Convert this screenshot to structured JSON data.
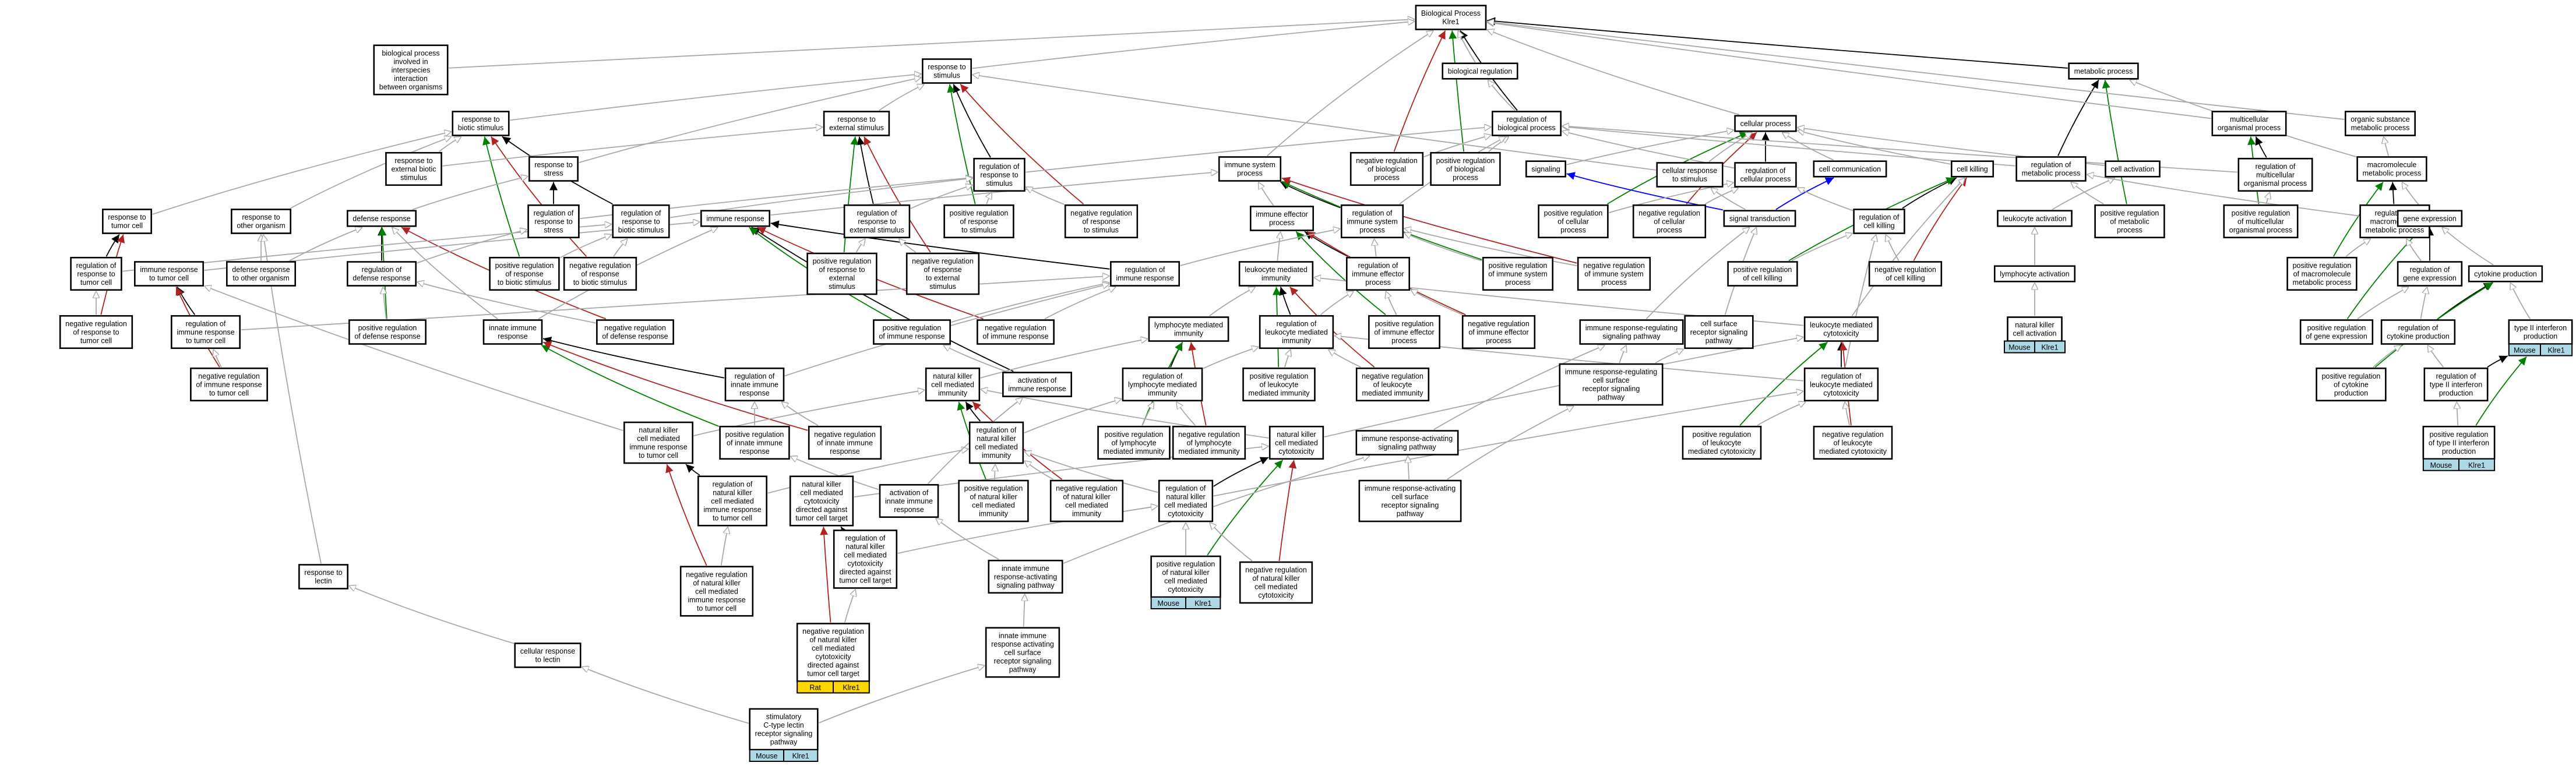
{
  "graph": {
    "nodes": [
      {
        "id": "bp",
        "label": [
          "Biological Process",
          "Klre1"
        ]
      },
      {
        "id": "breg",
        "label": [
          "biological regulation"
        ]
      },
      {
        "id": "mp",
        "label": [
          "metabolic process"
        ]
      },
      {
        "id": "regbp",
        "label": [
          "regulation of",
          "biological process"
        ]
      },
      {
        "id": "cp",
        "label": [
          "cellular process"
        ]
      },
      {
        "id": "mop",
        "label": [
          "multicellular",
          "organismal process"
        ]
      },
      {
        "id": "osmp",
        "label": [
          "organic substance",
          "metabolic process"
        ]
      },
      {
        "id": "bpint",
        "label": [
          "biological process",
          "involved in",
          "interspecies",
          "interaction",
          "between organisms"
        ]
      },
      {
        "id": "rts",
        "label": [
          "response to",
          "stimulus"
        ]
      },
      {
        "id": "rtbs",
        "label": [
          "response to",
          "biotic stimulus"
        ]
      },
      {
        "id": "rtes",
        "label": [
          "response to",
          "external stimulus"
        ]
      },
      {
        "id": "rtebs",
        "label": [
          "response to",
          "external biotic",
          "stimulus"
        ]
      },
      {
        "id": "rtstress",
        "label": [
          "response to",
          "stress"
        ]
      },
      {
        "id": "regrts",
        "label": [
          "regulation of",
          "response to",
          "stimulus"
        ]
      },
      {
        "id": "iss",
        "label": [
          "immune system",
          "process"
        ]
      },
      {
        "id": "nregbp",
        "label": [
          "negative regulation",
          "of biological",
          "process"
        ]
      },
      {
        "id": "pregbp",
        "label": [
          "positive regulation",
          "of biological",
          "process"
        ]
      },
      {
        "id": "signaling",
        "label": [
          "signaling"
        ]
      },
      {
        "id": "crts",
        "label": [
          "cellular response",
          "to stimulus"
        ]
      },
      {
        "id": "regcp",
        "label": [
          "regulation of",
          "cellular process"
        ]
      },
      {
        "id": "cellcomm",
        "label": [
          "cell communication"
        ]
      },
      {
        "id": "cellkill",
        "label": [
          "cell killing"
        ]
      },
      {
        "id": "regmp",
        "label": [
          "regulation of",
          "metabolic process"
        ]
      },
      {
        "id": "cellact",
        "label": [
          "cell activation"
        ]
      },
      {
        "id": "regmop",
        "label": [
          "regulation of",
          "multicellular",
          "organismal process"
        ]
      },
      {
        "id": "mmp",
        "label": [
          "macromolecule",
          "metabolic process"
        ]
      },
      {
        "id": "rttc",
        "label": [
          "response to",
          "tumor cell"
        ]
      },
      {
        "id": "rtoo",
        "label": [
          "response to",
          "other organism"
        ]
      },
      {
        "id": "defresp",
        "label": [
          "defense response"
        ]
      },
      {
        "id": "regrtstress",
        "label": [
          "regulation of",
          "response to",
          "stress"
        ]
      },
      {
        "id": "regrtbs",
        "label": [
          "regulation of",
          "response to",
          "biotic stimulus"
        ]
      },
      {
        "id": "immresp",
        "label": [
          "immune response"
        ]
      },
      {
        "id": "regrtes",
        "label": [
          "regulation of",
          "response to",
          "external stimulus"
        ]
      },
      {
        "id": "pregrts",
        "label": [
          "positive regulation",
          "of response",
          "to stimulus"
        ]
      },
      {
        "id": "nregrts",
        "label": [
          "negative regulation",
          "of response",
          "to stimulus"
        ]
      },
      {
        "id": "iep",
        "label": [
          "immune effector",
          "process"
        ]
      },
      {
        "id": "regiss",
        "label": [
          "regulation of",
          "immune system",
          "process"
        ]
      },
      {
        "id": "pregcp",
        "label": [
          "positive regulation",
          "of cellular",
          "process"
        ]
      },
      {
        "id": "nregcp",
        "label": [
          "negative regulation",
          "of cellular",
          "process"
        ]
      },
      {
        "id": "sigtrans",
        "label": [
          "signal transduction"
        ]
      },
      {
        "id": "regck",
        "label": [
          "regulation of",
          "cell killing"
        ]
      },
      {
        "id": "leukact",
        "label": [
          "leukocyte activation"
        ]
      },
      {
        "id": "pregmp",
        "label": [
          "positive regulation",
          "of metabolic",
          "process"
        ]
      },
      {
        "id": "pregmop",
        "label": [
          "positive regulation",
          "of multicellular",
          "organismal process"
        ]
      },
      {
        "id": "regmmp",
        "label": [
          "regulation of",
          "macromolecule",
          "metabolic process"
        ]
      },
      {
        "id": "geneexp",
        "label": [
          "gene expression"
        ]
      },
      {
        "id": "regrttc",
        "label": [
          "regulation of",
          "response to",
          "tumor cell"
        ]
      },
      {
        "id": "irttc",
        "label": [
          "immune response",
          "to tumor cell"
        ]
      },
      {
        "id": "drtoo",
        "label": [
          "defense response",
          "to other organism"
        ]
      },
      {
        "id": "regdr",
        "label": [
          "regulation of",
          "defense response"
        ]
      },
      {
        "id": "pregrtbs",
        "label": [
          "positive regulation",
          "of response",
          "to biotic stimulus"
        ]
      },
      {
        "id": "nregrtbs",
        "label": [
          "negative regulation",
          "of response",
          "to biotic stimulus"
        ]
      },
      {
        "id": "pregrtes",
        "label": [
          "positive regulation",
          "of response to",
          "external",
          "stimulus"
        ]
      },
      {
        "id": "nregrtes",
        "label": [
          "negative regulation",
          "of response",
          "to external",
          "stimulus"
        ]
      },
      {
        "id": "regir",
        "label": [
          "regulation of",
          "immune response"
        ]
      },
      {
        "id": "lmi",
        "label": [
          "leukocyte mediated",
          "immunity"
        ]
      },
      {
        "id": "regiep",
        "label": [
          "regulation of",
          "immune effector",
          "process"
        ]
      },
      {
        "id": "pregiss",
        "label": [
          "positive regulation",
          "of immune system",
          "process"
        ]
      },
      {
        "id": "nregiss",
        "label": [
          "negative regulation",
          "of immune system",
          "process"
        ]
      },
      {
        "id": "pregck",
        "label": [
          "positive regulation",
          "of cell killing"
        ]
      },
      {
        "id": "nregck",
        "label": [
          "negative regulation",
          "of cell killing"
        ]
      },
      {
        "id": "lymact",
        "label": [
          "lymphocyte activation"
        ]
      },
      {
        "id": "pregmmp",
        "label": [
          "positive regulation",
          "of macromolecule",
          "metabolic process"
        ]
      },
      {
        "id": "regge",
        "label": [
          "regulation of",
          "gene expression"
        ]
      },
      {
        "id": "cytprod",
        "label": [
          "cytokine production"
        ]
      },
      {
        "id": "nregrtrttc",
        "label": [
          "negative regulation",
          "of response to",
          "tumor cell"
        ]
      },
      {
        "id": "regirttc",
        "label": [
          "regulation of",
          "immune response",
          "to tumor cell"
        ]
      },
      {
        "id": "pregdr",
        "label": [
          "positive regulation",
          "of defense response"
        ]
      },
      {
        "id": "innimm",
        "label": [
          "innate immune",
          "response"
        ]
      },
      {
        "id": "nregdr",
        "label": [
          "negative regulation",
          "of defense response"
        ]
      },
      {
        "id": "pregir",
        "label": [
          "positive regulation",
          "of immune response"
        ]
      },
      {
        "id": "nregir",
        "label": [
          "negative regulation",
          "of immune response"
        ]
      },
      {
        "id": "lymmi",
        "label": [
          "lymphocyte mediated",
          "immunity"
        ]
      },
      {
        "id": "reglmi",
        "label": [
          "regulation of",
          "leukocyte mediated",
          "immunity"
        ]
      },
      {
        "id": "pregiep",
        "label": [
          "positive regulation",
          "of immune effector",
          "process"
        ]
      },
      {
        "id": "nregiep",
        "label": [
          "negative regulation",
          "of immune effector",
          "process"
        ]
      },
      {
        "id": "irsp",
        "label": [
          "immune response-regulating",
          "signaling pathway"
        ]
      },
      {
        "id": "csrsp",
        "label": [
          "cell surface",
          "receptor signaling",
          "pathway"
        ]
      },
      {
        "id": "lmc",
        "label": [
          "leukocyte mediated",
          "cytotoxicity"
        ]
      },
      {
        "id": "nkact",
        "label": [
          "natural killer",
          "cell activation"
        ]
      },
      {
        "id": "pregge",
        "label": [
          "positive regulation",
          "of gene expression"
        ]
      },
      {
        "id": "regcytprod",
        "label": [
          "regulation of",
          "cytokine production"
        ]
      },
      {
        "id": "t1ifn",
        "label": [
          "type II interferon",
          "production"
        ]
      },
      {
        "id": "nregirttc",
        "label": [
          "negative regulation",
          "of immune response",
          "to tumor cell"
        ]
      },
      {
        "id": "reginn",
        "label": [
          "regulation of",
          "innate immune",
          "response"
        ]
      },
      {
        "id": "nkcmi",
        "label": [
          "natural killer",
          "cell mediated",
          "immunity"
        ]
      },
      {
        "id": "actir",
        "label": [
          "activation of",
          "immune response"
        ]
      },
      {
        "id": "reglymmi",
        "label": [
          "regulation of",
          "lymphocyte mediated",
          "immunity"
        ]
      },
      {
        "id": "preglmi",
        "label": [
          "positive regulation",
          "of leukocyte",
          "mediated immunity"
        ]
      },
      {
        "id": "nreglmi",
        "label": [
          "negative regulation",
          "of leukocyte",
          "mediated immunity"
        ]
      },
      {
        "id": "ircsrsp",
        "label": [
          "immune response-regulating",
          "cell surface",
          "receptor signaling",
          "pathway"
        ]
      },
      {
        "id": "reglmc",
        "label": [
          "regulation of",
          "leukocyte mediated",
          "cytotoxicity"
        ]
      },
      {
        "id": "pregcytprod",
        "label": [
          "positive regulation",
          "of cytokine",
          "production"
        ]
      },
      {
        "id": "regt1ifn",
        "label": [
          "regulation of",
          "type II interferon",
          "production"
        ]
      },
      {
        "id": "nkcmirttc",
        "label": [
          "natural killer",
          "cell mediated",
          "immune response",
          "to tumor cell"
        ]
      },
      {
        "id": "preginn",
        "label": [
          "positive regulation",
          "of innate immune",
          "response"
        ]
      },
      {
        "id": "nreginn",
        "label": [
          "negative regulation",
          "of innate immune",
          "response"
        ]
      },
      {
        "id": "regnkcmi",
        "label": [
          "regulation of",
          "natural killer",
          "cell mediated",
          "immunity"
        ]
      },
      {
        "id": "pregp",
        "label": [
          "positive regulation",
          "of lymphocyte",
          "mediated immunity"
        ]
      },
      {
        "id": "nregp",
        "label": [
          "negative regulation",
          "of lymphocyte",
          "mediated immunity"
        ]
      },
      {
        "id": "nkcmc",
        "label": [
          "natural killer",
          "cell mediated",
          "cytotoxicity"
        ]
      },
      {
        "id": "irasp",
        "label": [
          "immune response-activating",
          "signaling pathway"
        ]
      },
      {
        "id": "preglmc",
        "label": [
          "positive regulation",
          "of leukocyte",
          "mediated cytotoxicity"
        ]
      },
      {
        "id": "nreglmc",
        "label": [
          "negative regulation",
          "of leukocyte",
          "mediated cytotoxicity"
        ]
      },
      {
        "id": "pregt1ifn",
        "label": [
          "positive regulation",
          "of type II interferon",
          "production"
        ]
      },
      {
        "id": "regnkcmirttc",
        "label": [
          "regulation of",
          "natural killer",
          "cell mediated",
          "immune response",
          "to tumor cell"
        ]
      },
      {
        "id": "nkcmctc",
        "label": [
          "natural killer",
          "cell mediated",
          "cytotoxicity",
          "directed against",
          "tumor cell target"
        ]
      },
      {
        "id": "actinn",
        "label": [
          "activation of",
          "innate immune",
          "response"
        ]
      },
      {
        "id": "pregnkcmi",
        "label": [
          "positive regulation",
          "of natural killer",
          "cell mediated",
          "immunity"
        ]
      },
      {
        "id": "nregnkcmi",
        "label": [
          "negative regulation",
          "of natural killer",
          "cell mediated",
          "immunity"
        ]
      },
      {
        "id": "regnkcmc",
        "label": [
          "regulation of",
          "natural killer",
          "cell mediated",
          "cytotoxicity"
        ]
      },
      {
        "id": "iracsrsp",
        "label": [
          "immune response-activating",
          "cell surface",
          "receptor signaling",
          "pathway"
        ]
      },
      {
        "id": "nregnkcmirttc",
        "label": [
          "negative regulation",
          "of natural killer",
          "cell mediated",
          "immune response",
          "to tumor cell"
        ]
      },
      {
        "id": "regnkcmctc",
        "label": [
          "regulation of",
          "natural killer",
          "cell mediated",
          "cytotoxicity",
          "directed against",
          "tumor cell target"
        ]
      },
      {
        "id": "iirasp",
        "label": [
          "innate immune",
          "response-activating",
          "signaling pathway"
        ]
      },
      {
        "id": "pregnkcmc",
        "label": [
          "positive regulation",
          "of natural killer",
          "cell mediated",
          "cytotoxicity"
        ]
      },
      {
        "id": "nregnkcmc",
        "label": [
          "negative regulation",
          "of natural killer",
          "cell mediated",
          "cytotoxicity"
        ]
      },
      {
        "id": "rtlectin",
        "label": [
          "response to",
          "lectin"
        ]
      },
      {
        "id": "nregnkcmctc",
        "label": [
          "negative regulation",
          "of natural killer",
          "cell mediated",
          "cytotoxicity",
          "directed against",
          "tumor cell target"
        ]
      },
      {
        "id": "iiracsrsp",
        "label": [
          "innate immune",
          "response activating",
          "cell surface",
          "receptor signaling",
          "pathway"
        ]
      },
      {
        "id": "crtlectin",
        "label": [
          "cellular response",
          "to lectin"
        ]
      },
      {
        "id": "sclr",
        "label": [
          "stimulatory",
          "C-type lectin",
          "receptor signaling",
          "pathway"
        ]
      }
    ],
    "annotations": {
      "t1ifn": {
        "left": "Mouse",
        "right": "Klre1",
        "color": "#add8e6"
      },
      "nkact": {
        "left": "Mouse",
        "right": "Klre1",
        "color": "#add8e6"
      },
      "pregnkcmc": {
        "left": "Mouse",
        "right": "Klre1",
        "color": "#add8e6"
      },
      "pregt1ifn": {
        "left": "Mouse",
        "right": "Klre1",
        "color": "#add8e6"
      },
      "sclr": {
        "left": "Mouse",
        "right": "Klre1",
        "color": "#add8e6"
      },
      "nregnkcmctc": {
        "left": "Rat",
        "right": "Klre1",
        "color": "#ffd700"
      }
    },
    "colors": {
      "is_a": "#a9a9a9",
      "part_of": "#000000",
      "positively_regulates": "#008000",
      "negatively_regulates": "#b22222",
      "regulates": "#000000",
      "has_part": "#0000ff"
    }
  }
}
